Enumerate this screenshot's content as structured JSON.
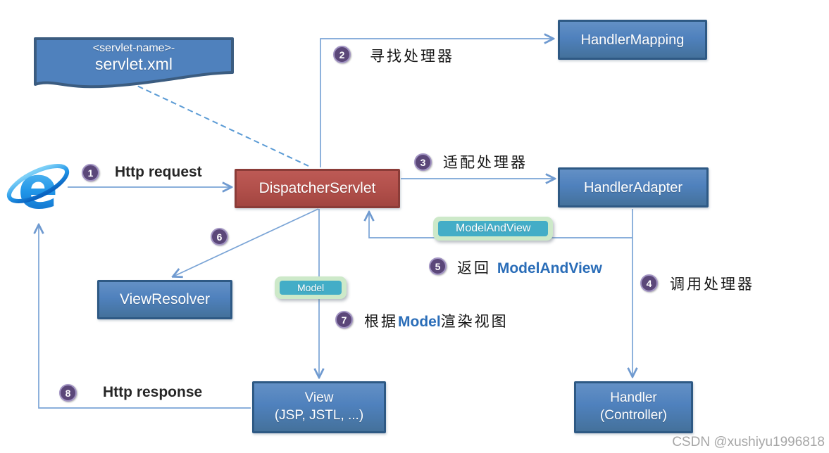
{
  "diagram": {
    "banner": {
      "line1": "<servlet-name>-",
      "line2": "servlet.xml"
    },
    "nodes": {
      "dispatcher": {
        "label": "DispatcherServlet"
      },
      "handler_mapping": {
        "label": "HandlerMapping"
      },
      "handler_adapter": {
        "label": "HandlerAdapter"
      },
      "handler": {
        "line1": "Handler",
        "line2": "(Controller)"
      },
      "view_resolver": {
        "label": "ViewResolver"
      },
      "view": {
        "line1": "View",
        "line2": "(JSP, JSTL, ...)"
      }
    },
    "badges": {
      "model_and_view": {
        "label": "ModelAndView"
      },
      "model": {
        "label": "Model"
      }
    },
    "steps": {
      "s1": {
        "num": "1",
        "label": "Http request"
      },
      "s2": {
        "num": "2",
        "label": "寻找处理器"
      },
      "s3": {
        "num": "3",
        "label": "适配处理器"
      },
      "s4": {
        "num": "4",
        "label": "调用处理器"
      },
      "s5": {
        "num": "5",
        "prefix": "返回 ",
        "highlight": "ModelAndView"
      },
      "s6": {
        "num": "6"
      },
      "s7": {
        "num": "7",
        "prefix": "根据",
        "highlight": "Model",
        "suffix": "渲染视图"
      },
      "s8": {
        "num": "8",
        "label": "Http response"
      }
    },
    "icons": {
      "browser": "internet-explorer-icon"
    },
    "watermark": "CSDN @xushiyu1996818",
    "colors": {
      "node_fill": "#4f81bd",
      "node_border": "#2e5984",
      "dispatcher_fill": "#b2504b",
      "dispatcher_border": "#8b3c38",
      "badge_fill": "#43adc7",
      "badge_frame": "#cde9c9",
      "connector": "#7aa4d6",
      "dashed_connector": "#5b9bd5",
      "step_circle": "#5b4779",
      "highlight_text": "#2a6db8"
    }
  }
}
